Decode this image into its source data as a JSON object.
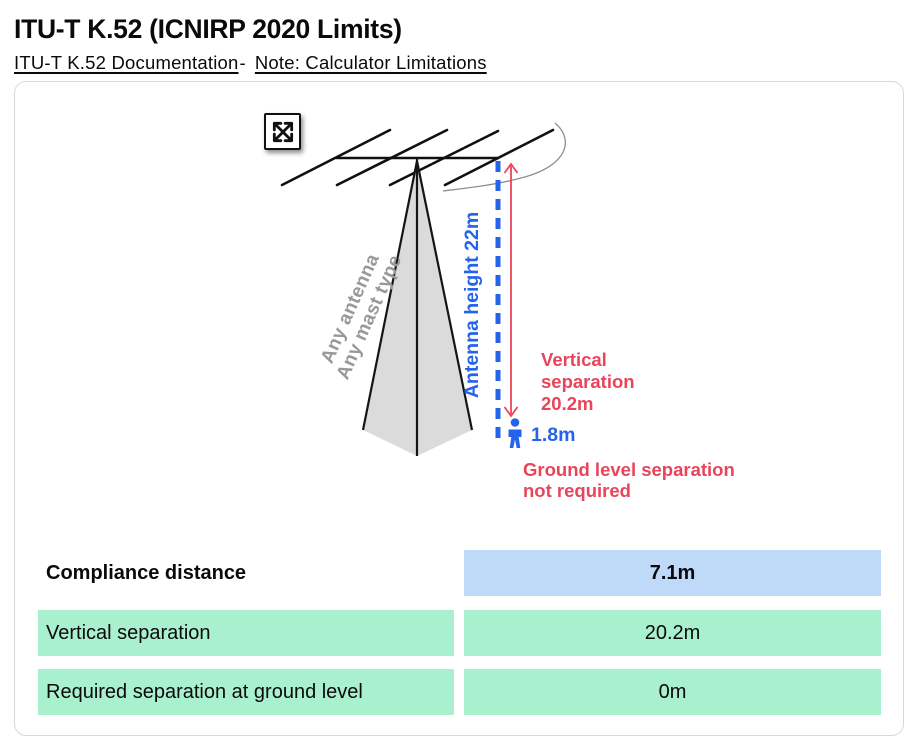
{
  "header": {
    "title": "ITU-T K.52 (ICNIRP 2020 Limits)",
    "doc_link": "ITU-T K.52 Documentation",
    "link_separator": "-",
    "note_link": "Note: Calculator Limitations"
  },
  "diagram": {
    "mast_type_line1": "Any antenna",
    "mast_type_line2": "Any mast type",
    "antenna_height_label": "Antenna height 22m",
    "vertical_separation_line1": "Vertical",
    "vertical_separation_line2": "separation",
    "vertical_separation_line3": "20.2m",
    "person_height": "1.8m",
    "ground_separation_line1": "Ground level separation",
    "ground_separation_line2": "not required"
  },
  "results": {
    "rows": [
      {
        "label": "Compliance distance",
        "value": "7.1m"
      },
      {
        "label": "Vertical separation",
        "value": "20.2m"
      },
      {
        "label": "Required separation at ground level",
        "value": "0m"
      }
    ]
  },
  "colors": {
    "accent_blue": "#2563EB",
    "accent_red": "#E8455B",
    "compliance_value_bg": "#BEDAF8",
    "separation_value_bg": "#A9F0CE",
    "mast_fill": "#DBDBDB",
    "mast_label_gray": "#999999",
    "arc_gray": "#8f8f8f"
  }
}
